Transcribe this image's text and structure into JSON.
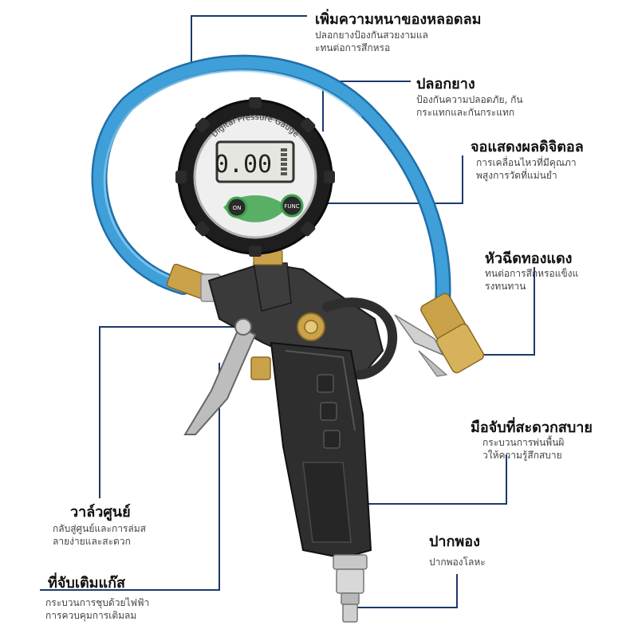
{
  "colors": {
    "hose": "#3f9fd8",
    "hose_dark": "#1f6fa8",
    "body": "#2e2e2e",
    "body_light": "#4a4a4a",
    "brass": "#c9a24a",
    "chrome": "#c8c8c8",
    "leader_line": "#1c3a6a",
    "lcd": "#e6e6e0",
    "button_green": "#3fa34d"
  },
  "gauge": {
    "brand_text": "Digital Pressure Gauge",
    "reading": "0.00",
    "on_label": "ON",
    "func_label": "FUNC"
  },
  "callouts": [
    {
      "id": "hose",
      "title": "เพิ่มความหนาของหลอดลม",
      "desc": [
        "ปลอกยางป้องกันสวยงามแล",
        "ะทนต่อการสึกหรอ"
      ]
    },
    {
      "id": "rubber-sleeve",
      "title": "ปลอกยาง",
      "desc": [
        "ป้องกันความปลอดภัย, กัน",
        "กระแทกและกันกระแทก"
      ]
    },
    {
      "id": "digital-display",
      "title": "จอแสดงผลดิจิตอล",
      "desc": [
        "การเคลื่อนไหวที่มีคุณภา",
        "พสูงการวัดที่แม่นยำ"
      ]
    },
    {
      "id": "copper-nozzle",
      "title": "หัวฉีดทองแดง",
      "desc": [
        "ทนต่อการสึกหรอแข็งแ",
        "รงทนทาน"
      ]
    },
    {
      "id": "handle",
      "title": "มือจับที่สะดวกสบาย",
      "desc": [
        "กระบวนการพ่นพื้นผิ",
        "วให้ความรู้สึกสบาย"
      ]
    },
    {
      "id": "valve-zero",
      "title": "วาล์วศูนย์",
      "desc": [
        "กลับสู่ศูนย์และการล่มส",
        "ลายง่ายและสะดวก"
      ]
    },
    {
      "id": "nozzle",
      "title": "ปากพอง",
      "desc": [
        "ปากพองโลหะ"
      ]
    },
    {
      "id": "trigger",
      "title": "ที่จับเติมแก๊ส",
      "desc": [
        "กระบวนการชุบด้วยไฟฟ้า",
        "การควบคุมการเติมลม"
      ]
    }
  ]
}
